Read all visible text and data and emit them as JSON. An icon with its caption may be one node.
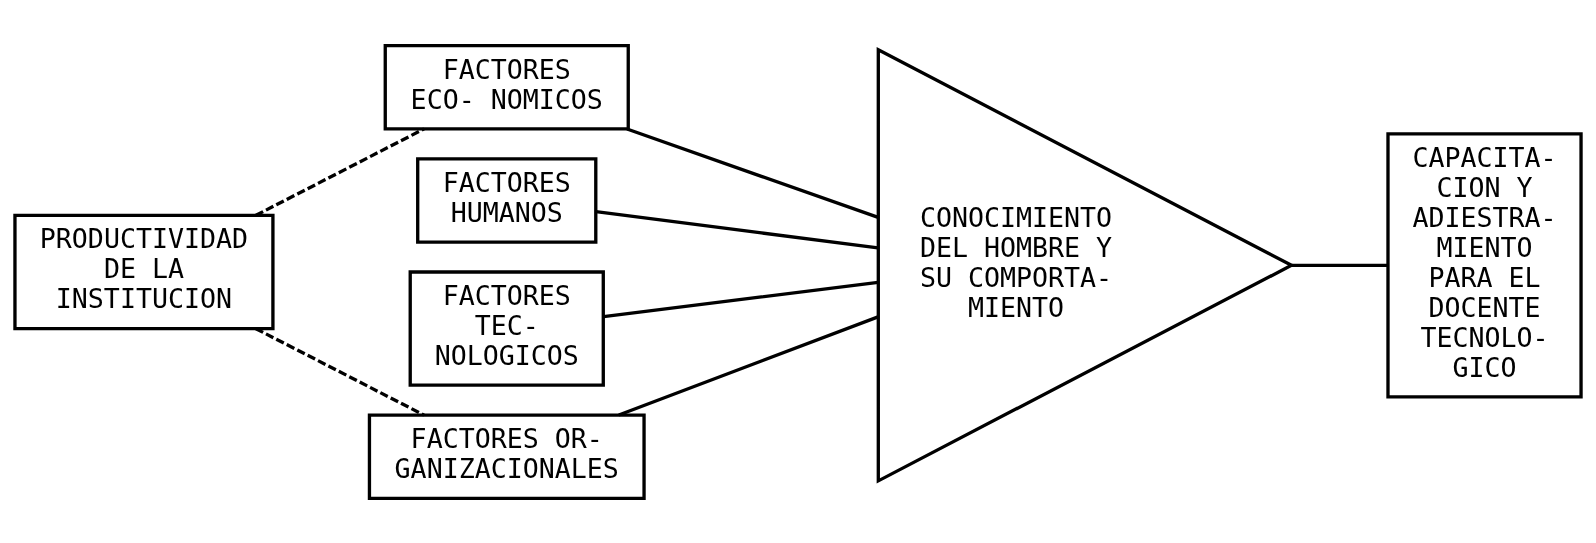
{
  "diagram": {
    "nodes": [
      {
        "text": [
          "PRODUCTIVIDAD DE LA INSTITUCION"
        ]
      },
      {
        "text": [
          "FACTORES ECO- NOMICOS"
        ]
      },
      {
        "text": [
          "FACTORES HUMANOS"
        ]
      },
      {
        "text": [
          "FACTORES TEC- NOLOGICOS"
        ]
      },
      {
        "text": [
          "FACTORES OR- GANIZACIONALES"
        ]
      },
      {
        "text": [
          "CONOCIMIENTO DEL HOMBRE Y SU COMPORTA- MIENTO"
        ]
      },
      {
        "text": [
          "CAPACITA- CION Y ADIESTRA- MIENTO PARA EL DOCENTE TECNOLO- GICO"
        ]
      }
    ],
    "edges": [
      {
        "from": 0,
        "to": 1,
        "arrow": "none",
        "style": "dashed"
      },
      {
        "from": 0,
        "to": 4,
        "arrow": "none",
        "style": "dashed"
      },
      {
        "from": 1,
        "to": 5,
        "arrow": "none"
      },
      {
        "from": 2,
        "to": 5,
        "arrow": "none"
      },
      {
        "from": 3,
        "to": 5,
        "arrow": "none"
      },
      {
        "from": 4,
        "to": 5,
        "arrow": "none"
      },
      {
        "from": 5,
        "to": 6,
        "arrow": "none"
      }
    ]
  }
}
